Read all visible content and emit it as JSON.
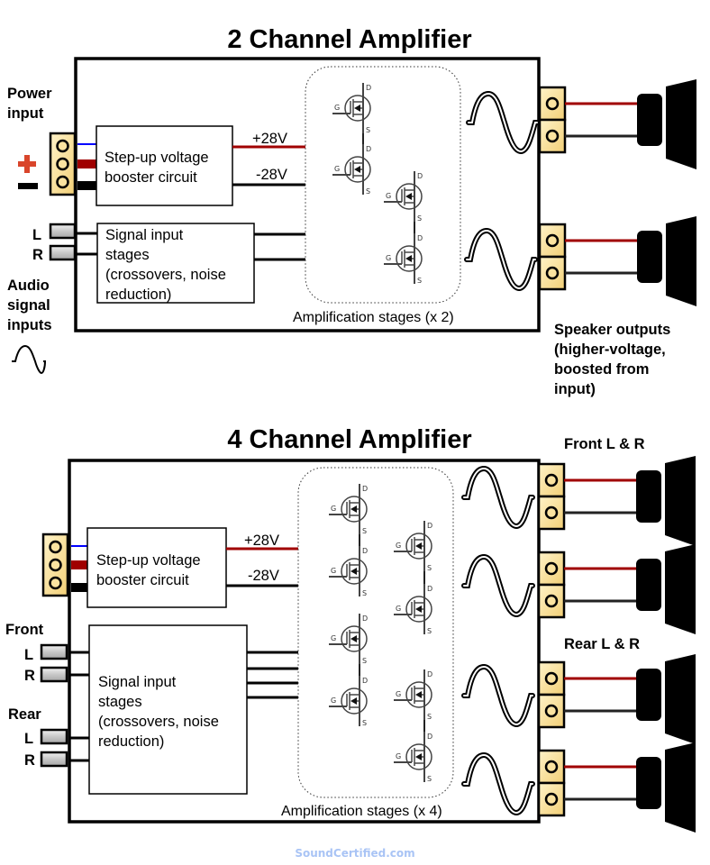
{
  "diagram_top": {
    "title": "2 Channel Amplifier",
    "power_input_label_line1": "Power",
    "power_input_label_line2": "input",
    "plus_symbol": "+",
    "minus_symbol": "−",
    "booster_box_line1": "Step-up voltage",
    "booster_box_line2": "booster circuit",
    "rail_positive": "+28V",
    "rail_negative": "-28V",
    "input_channels": [
      "L",
      "R"
    ],
    "signal_box_lines": [
      "Signal input",
      "stages",
      "(crossovers, noise",
      "reduction)"
    ],
    "audio_inputs_label": [
      "Audio",
      "signal",
      "inputs"
    ],
    "amplification_label": "Amplification stages (x 2)",
    "speaker_outputs_label": [
      "Speaker outputs",
      "(higher-voltage,",
      "boosted from",
      "input)"
    ],
    "transistor_pins": {
      "gate": "G",
      "drain": "D",
      "source": "S"
    }
  },
  "diagram_bottom": {
    "title": "4 Channel Amplifier",
    "booster_box_line1": "Step-up voltage",
    "booster_box_line2": "booster circuit",
    "rail_positive": "+28V",
    "rail_negative": "-28V",
    "front_label": "Front",
    "rear_label": "Rear",
    "input_channels": [
      "L",
      "R"
    ],
    "signal_box_lines": [
      "Signal input",
      "stages",
      "(crossovers, noise",
      "reduction)"
    ],
    "amplification_label": "Amplification stages (x 4)",
    "front_outputs_label": "Front L & R",
    "rear_outputs_label": "Rear L & R"
  },
  "colors": {
    "terminal_fill": "#f7d98b",
    "positive_wire": "#a00000",
    "ground_wire": "#000000",
    "remote_wire": "#0000ff",
    "plus_symbol": "#d9452b",
    "watermark": "#a9c4f5"
  },
  "watermark": "SoundCertified.com"
}
